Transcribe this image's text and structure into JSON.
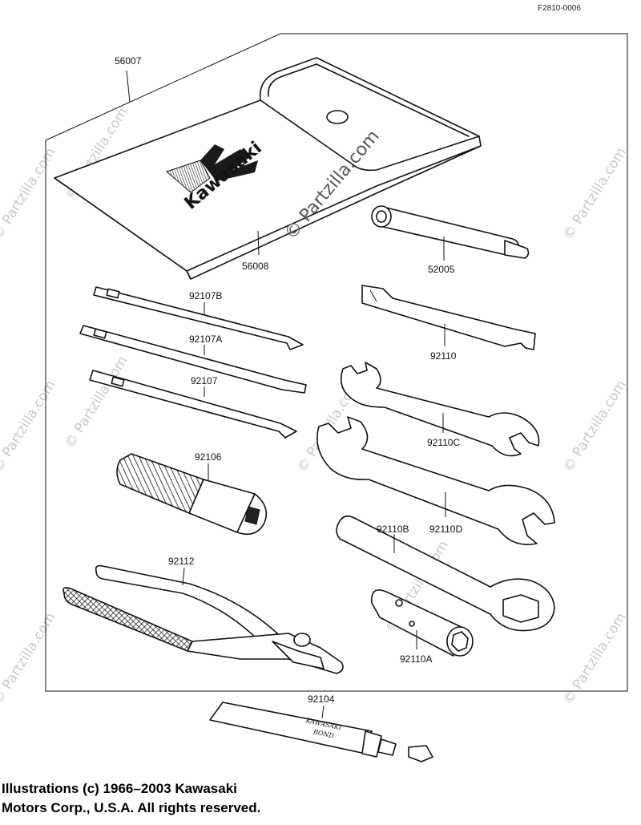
{
  "figure_code": "F2810-0006",
  "parts": {
    "tool_bag": "56007",
    "bag_case": "56008",
    "handle_extension": "52005",
    "screwdriver_b": "92107B",
    "screwdriver_a": "92107A",
    "screwdriver": "92107",
    "spanner_92110": "92110",
    "wrench_c": "92110C",
    "wrench_d": "92110D",
    "grip": "92106",
    "box_wrench": "92110B",
    "pliers": "92112",
    "plug_wrench": "92110A",
    "bond_tube": "92104"
  },
  "logo_text": "Kawasaki",
  "tube_text": [
    "KAWASAKI",
    "BOND"
  ],
  "watermark": {
    "main": "© Partzilla.com",
    "tile": "© Partzilla.com"
  },
  "copyright": {
    "line1": "Illustrations (c) 1966–2003 Kawasaki",
    "line2": "Motors Corp., U.S.A.  All rights reserved."
  }
}
